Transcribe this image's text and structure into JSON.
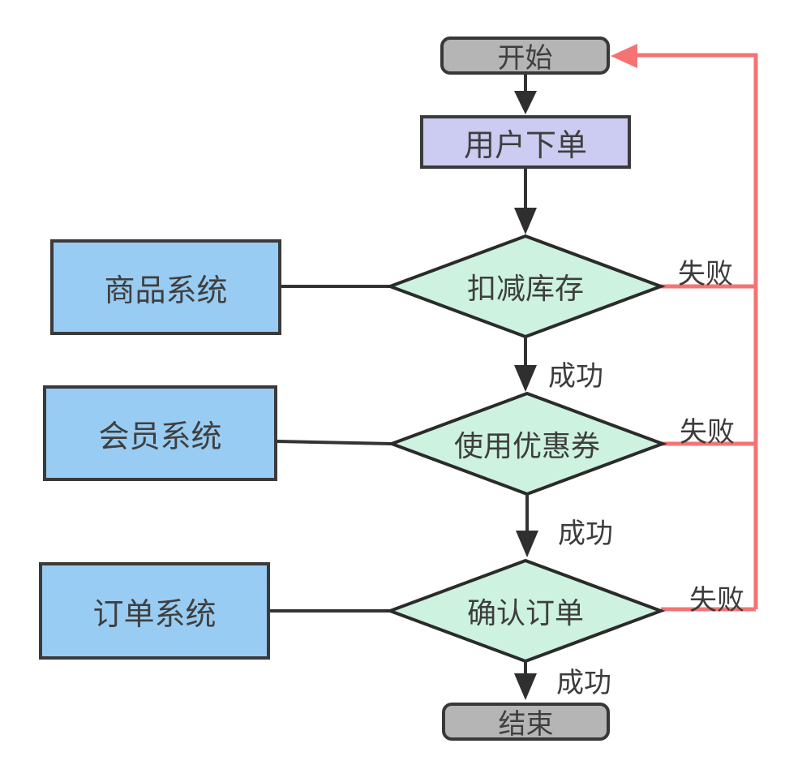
{
  "diagram": {
    "nodes": {
      "start": {
        "label": "开始"
      },
      "place_order": {
        "label": "用户下单"
      },
      "deduct_inventory": {
        "label": "扣减库存"
      },
      "use_coupon": {
        "label": "使用优惠券"
      },
      "confirm_order": {
        "label": "确认订单"
      },
      "product_system": {
        "label": "商品系统"
      },
      "member_system": {
        "label": "会员系统"
      },
      "order_system": {
        "label": "订单系统"
      },
      "end": {
        "label": "结束"
      }
    },
    "edge_labels": {
      "fail": "失败",
      "success": "成功"
    },
    "colors": {
      "terminal_fill": "#b5b5b5",
      "process_fill": "#ccccf2",
      "decision_fill": "#cdf2df",
      "system_fill": "#99ccf2",
      "fail_line": "#f57373",
      "edge_line": "#333333"
    }
  }
}
